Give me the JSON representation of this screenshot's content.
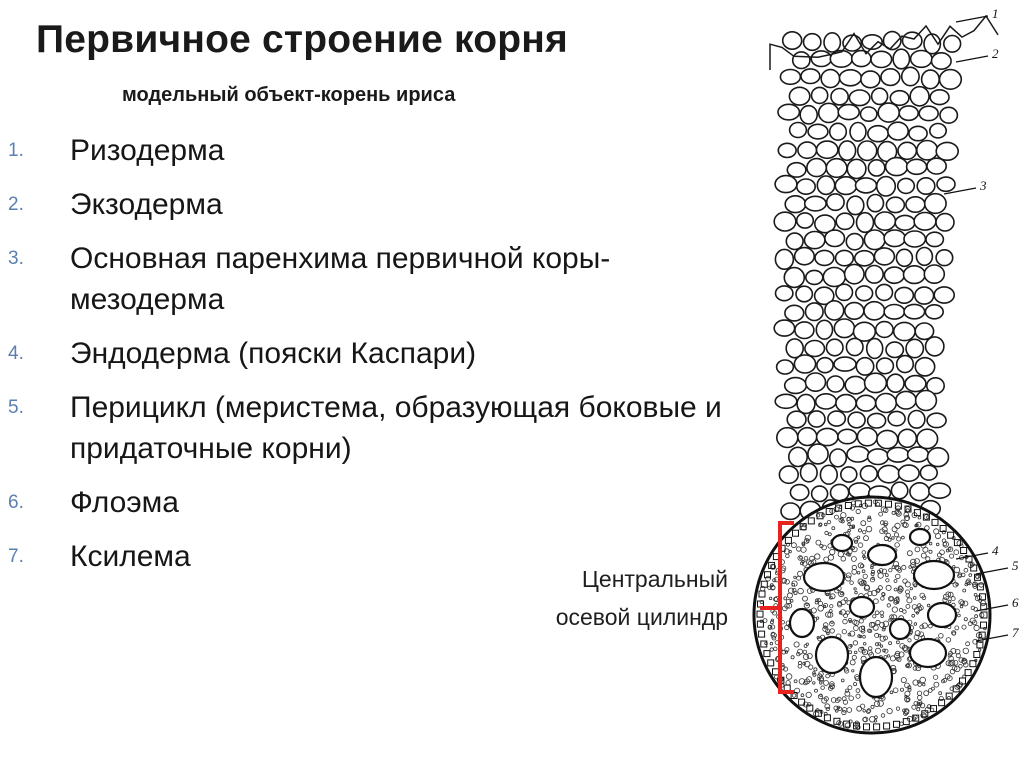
{
  "slide": {
    "title": "Первичное строение корня",
    "subtitle": "модельный объект-корень ириса"
  },
  "list": {
    "items": [
      {
        "num": "1.",
        "text": "Ризодерма"
      },
      {
        "num": "2.",
        "text": "Экзодерма"
      },
      {
        "num": "3.",
        "text": "Основная паренхима первичной коры-мезодерма"
      },
      {
        "num": "4.",
        "text": "Эндодерма (пояски Каспари)"
      },
      {
        "num": "5.",
        "text": "Перицикл (меристема, образующая боковые и придаточные корни)"
      },
      {
        "num": "6.",
        "text": "Флоэма"
      },
      {
        "num": "7.",
        "text": "Ксилема"
      }
    ]
  },
  "caption": {
    "line1": "Центральный",
    "line2": "осевой цилиндр"
  },
  "figure": {
    "labels": [
      "1",
      "2",
      "3",
      "4",
      "5",
      "6",
      "7"
    ],
    "bracket_color": "#e8231f"
  }
}
